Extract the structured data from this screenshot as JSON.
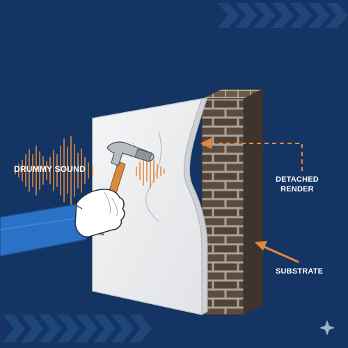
{
  "labels": {
    "drummy": "DRUMMY SOUND",
    "detached_line1": "DETACHED",
    "detached_line2": "RENDER",
    "substrate": "SUBSTRATE"
  },
  "icons": [
    "hammer-icon",
    "gloved-hand-icon",
    "sound-wave-icon",
    "sparkle-icon",
    "chevron-pattern"
  ],
  "colors": {
    "background": "#143563",
    "accent_orange": "#e3893f",
    "render_panel": "#eceef0",
    "brick": "#5b4a3c",
    "mortar": "#b7b2a8",
    "sleeve": "#2a72c6",
    "text": "#ffffff"
  }
}
